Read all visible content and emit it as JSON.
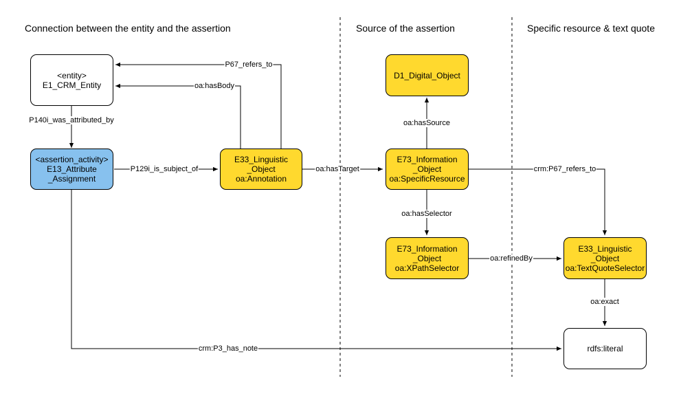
{
  "sections": {
    "connection": "Connection between the entity and the assertion",
    "source": "Source of the assertion",
    "specific": "Specific resource & text quote"
  },
  "nodes": {
    "entity": "<entity>\nE1_CRM_Entity",
    "assertion": "<assertion_activity>\nE13_Attribute\n_Assignment",
    "annotation": "E33_Linguistic\n_Object\noa:Annotation",
    "digital_object": "D1_Digital_Object",
    "specific_resource": "E73_Information\n_Object\noa:SpecificResource",
    "xpath_selector": "E73_Information\n_Object\noa:XPathSelector",
    "text_quote_selector": "E33_Linguistic\n_Object\noa:TextQuoteSelector",
    "literal": "rdfs:literal"
  },
  "edges": {
    "p67_refers_to": "P67_refers_to",
    "has_body": "oa:hasBody",
    "p140i": "P140i_was_attributed_by",
    "p129i": "P129i_is_subject_of",
    "has_target": "oa:hasTarget",
    "has_source": "oa:hasSource",
    "crm_p67": "crm:P67_refers_to",
    "has_selector": "oa:hasSelector",
    "refined_by": "oa:refinedBy",
    "exact": "oa:exact",
    "p3_has_note": "crm:P3_has_note"
  },
  "colors": {
    "activity_blue": "#87C1EE",
    "annotation_yellow": "#FFD92E",
    "plain_white": "#FFFFFF"
  }
}
